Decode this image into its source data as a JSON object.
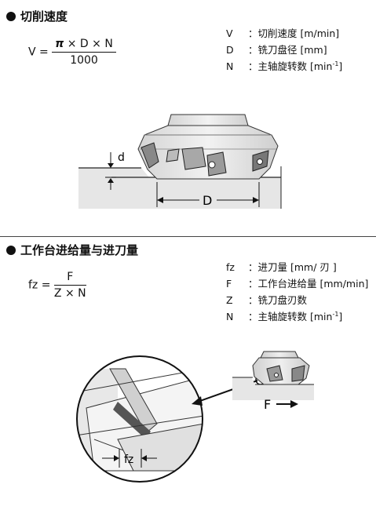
{
  "section1": {
    "title": "切削速度",
    "formula": {
      "lhs": "V =",
      "pi": "π",
      "numerator_rest": " × D × N",
      "denominator": "1000"
    },
    "definitions": [
      {
        "symbol": "V",
        "text": "：切削速度 [m/min]"
      },
      {
        "symbol": "D",
        "text": "：铣刀盘径 [mm]"
      },
      {
        "symbol": "N",
        "text": "：主轴旋转数 [min",
        "sup": "-1",
        "suffix": "]"
      }
    ],
    "diagram": {
      "label_d": "d",
      "label_D": "D"
    }
  },
  "section2": {
    "title": "工作台进给量与进刀量",
    "formula": {
      "lhs": "fz =",
      "numerator": "F",
      "denominator": "Z × N"
    },
    "definitions": [
      {
        "symbol": "fz",
        "text": "：进刀量 [mm/ 刃 ]"
      },
      {
        "symbol": "F",
        "text": "：工作台进给量 [mm/min]"
      },
      {
        "symbol": "Z",
        "text": "：铣刀盘刃数"
      },
      {
        "symbol": "N",
        "text": "：主轴旋转数 [min",
        "sup": "-1",
        "suffix": "]"
      }
    ],
    "diagram": {
      "label_fz": "fz",
      "label_F": "F"
    }
  }
}
